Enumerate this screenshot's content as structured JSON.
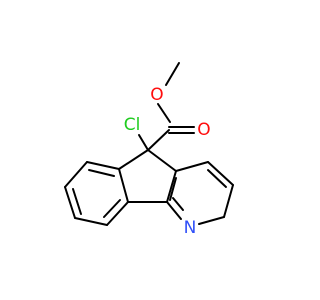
{
  "molecule": {
    "atoms": {
      "oxygen_ester": {
        "label": "O",
        "color": "#ff0d0d"
      },
      "oxygen_carbonyl": {
        "label": "O",
        "color": "#ff0d0d"
      },
      "chlorine": {
        "label": "Cl",
        "color": "#1fcc1f"
      },
      "nitrogen": {
        "label": "N",
        "color": "#3050f8"
      }
    }
  }
}
